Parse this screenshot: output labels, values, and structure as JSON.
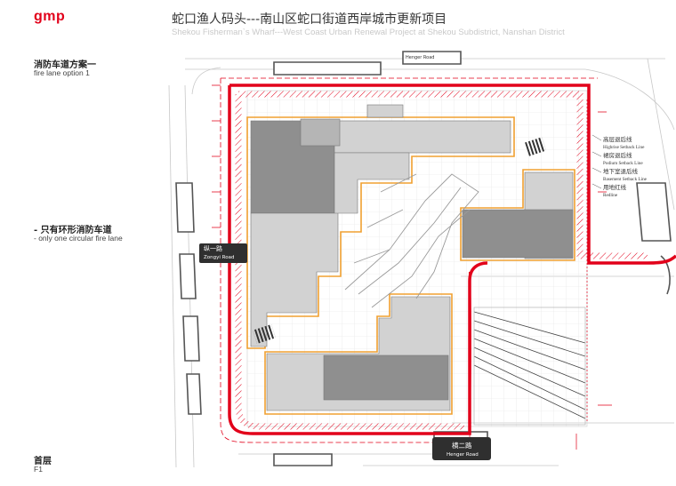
{
  "header": {
    "logo": "gmp",
    "title_cn": "蛇口渔人码头---南山区蛇口街道西岸城市更新项目",
    "title_en": "Shekou Fisherman`s Wharf---West Coast Urban Renewal Project at Shekou Subdistrict, Nanshan District"
  },
  "sidebar": {
    "option_cn": "消防车道方案一",
    "option_en": "fire lane option 1",
    "note_cn": "- 只有环形消防车道",
    "note_en": "- only one circular fire lane",
    "floor_cn": "首层",
    "floor_en": "F1"
  },
  "plan": {
    "roads": {
      "zongyi_cn": "纵一路",
      "zongyi_en": "Zongyi Road",
      "henger_cn": "横二路",
      "henger_en": "Henger Road",
      "top_road": "Henger Road"
    },
    "legend": [
      {
        "cn": "高层退后线",
        "en": "Highrise Setback Line"
      },
      {
        "cn": "裙房退后线",
        "en": "Podium Setback Line"
      },
      {
        "cn": "地下室退后线",
        "en": "Basement Setback Line"
      },
      {
        "cn": "用地红线",
        "en": "Redline"
      }
    ],
    "colors": {
      "fire_lane": "#e2001a",
      "setback": "#f0a030",
      "building_dark": "#8f8f8f",
      "building_light": "#d2d2d2"
    }
  }
}
